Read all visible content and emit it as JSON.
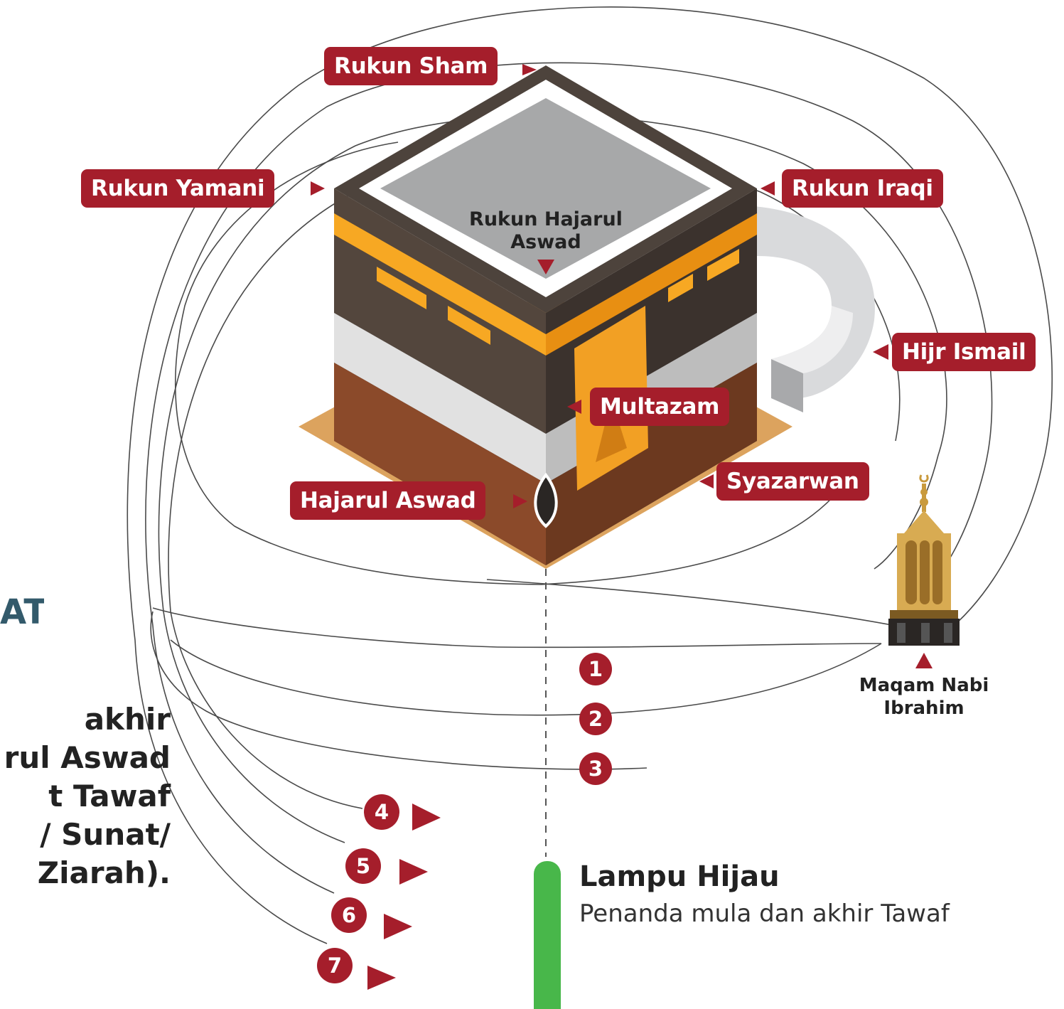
{
  "labels": {
    "rukun_sham": "Rukun Sham",
    "rukun_yamani": "Rukun Yamani",
    "rukun_iraqi": "Rukun Iraqi",
    "rukun_hajarul_aswad_line1": "Rukun Hajarul",
    "rukun_hajarul_aswad_line2": "Aswad",
    "hijr_ismail": "Hijr Ismail",
    "multazam": "Multazam",
    "syazarwan": "Syazarwan",
    "hajarul_aswad": "Hajarul Aswad",
    "maqam_line1": "Maqam Nabi",
    "maqam_line2": "Ibrahim"
  },
  "rounds": [
    "1",
    "2",
    "3",
    "4",
    "5",
    "6",
    "7"
  ],
  "left_panel": {
    "title_fragment": "AT",
    "lines": [
      "akhir",
      "rul Aswad",
      "t Tawaf",
      "/ Sunat/",
      "Ziarah)."
    ]
  },
  "legend": {
    "title": "Lampu Hijau",
    "description": "Penanda mula dan akhir Tawaf"
  },
  "colors": {
    "label_red": "#a51e2b",
    "green_light": "#48b74a",
    "kaaba_black": "#3b322d",
    "gold_band": "#f7a823"
  }
}
